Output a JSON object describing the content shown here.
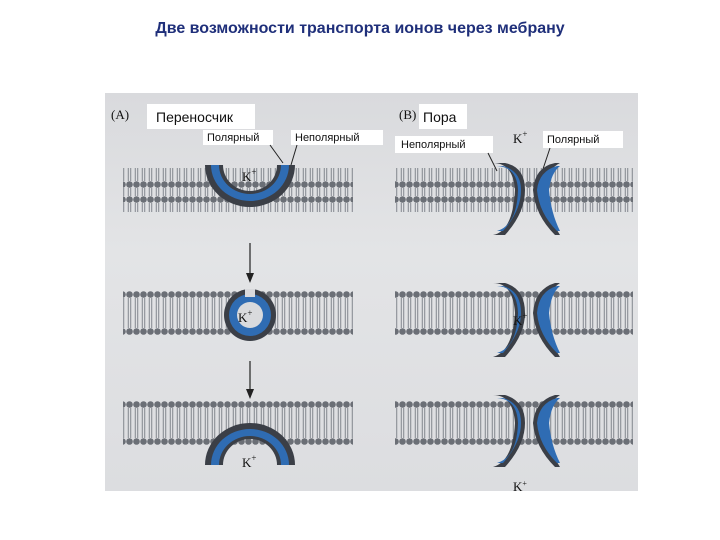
{
  "title": "Две возможности транспорта ионов через мебрану",
  "panel_a": {
    "letter": "(A)",
    "box_label": "Переносчик",
    "polar_label": "Полярный",
    "nonpolar_label": "Неполярный",
    "ion": "K",
    "ion_sup": "+"
  },
  "panel_b": {
    "letter": "(B)",
    "box_label": "Пора",
    "polar_label": "Полярный",
    "nonpolar_label": "Неполярный",
    "ion": "K",
    "ion_sup": "+"
  },
  "colors": {
    "protein_blue": "#2f6cb3",
    "protein_dark": "#3b3f47",
    "title_color": "#1f2f7a"
  }
}
